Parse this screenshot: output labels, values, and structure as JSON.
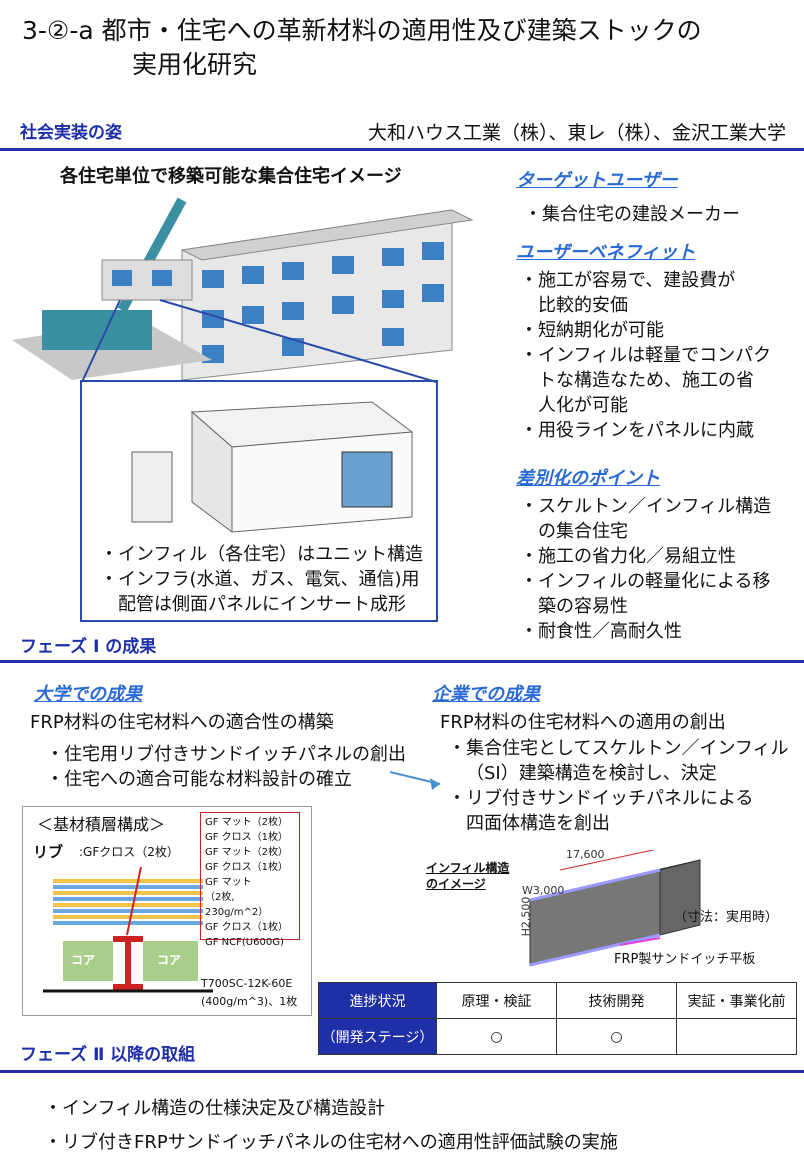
{
  "title": {
    "line1": "3-②-a 都市・住宅への革新材料の適用性及び建築ストックの",
    "line2": "実用化研究"
  },
  "sections": {
    "social": "社会実装の姿",
    "phase1": "フェーズ Ⅰ の成果",
    "phase2": "フェーズ Ⅱ 以降の取組"
  },
  "orgs": "大和ハウス工業（株）、東レ（株）、金沢工業大学",
  "image_title": "各住宅単位で移築可能な集合住宅イメージ",
  "unit_notes": [
    "・インフィル（各住宅）はユニット構造",
    "・インフラ(水道、ガス、電気、通信)用",
    "配管は側面パネルにインサート成形"
  ],
  "right": {
    "target_hdr": "ターゲットユーザー",
    "target_items": [
      "・集合住宅の建設メーカー"
    ],
    "benefit_hdr": "ユーザーベネフィット",
    "benefit_items": [
      "・施工が容易で、建設費が",
      "比較的安価",
      "・短納期化が可能",
      "・インフィルは軽量でコンパク",
      "トな構造なため、施工の省",
      "人化が可能",
      "・用役ラインをパネルに内蔵"
    ],
    "diff_hdr": "差別化のポイント",
    "diff_items": [
      "・スケルトン／インフィル構造",
      "の集合住宅",
      "・施工の省力化／易組立性",
      "・インフィルの軽量化による移",
      "築の容易性",
      "・耐食性／高耐久性"
    ]
  },
  "univ": {
    "hdr": "大学での成果",
    "lead": "FRP材料の住宅材料への適合性の構築",
    "items": [
      "・住宅用リブ付きサンドイッチパネルの創出",
      "・住宅への適合可能な材料設計の確立"
    ]
  },
  "corp": {
    "hdr": "企業での成果",
    "lead": "FRP材料の住宅材料への適用の創出",
    "items": [
      "・集合住宅としてスケルトン／インフィル",
      "（SI）建築構造を検討し、決定",
      "・リブ付きサンドイッチパネルによる",
      "四面体構造を創出"
    ]
  },
  "layer": {
    "title": "＜基材積層構成＞",
    "rib": "リブ",
    "rib_note": ":GFクロス（2枚）",
    "core": "コア",
    "legend": [
      "GF マット（2枚）",
      "GF クロス（1枚）",
      "GF マット（2枚）",
      "GF クロス（1枚）",
      "GF マット",
      "（2枚, 230g/m^2）",
      "GF クロス（1枚）",
      "GF NCF(U600G)"
    ],
    "bottom1": "T700SC-12K-60E",
    "bottom2": "(400g/m^3)、1枚"
  },
  "infill": {
    "label1": "インフィル構造",
    "label2": "のイメージ",
    "dim_len": "17,600",
    "dim_w": "W3,000",
    "dim_h": "H2,500",
    "unit_note": "（寸法：実用時）",
    "panel": "FRP製サンドイッチ平板"
  },
  "progress": {
    "row1": [
      "進捗状況",
      "原理・検証",
      "技術開発",
      "実証・事業化前"
    ],
    "row2": [
      "（開発ステージ）",
      "○",
      "○",
      ""
    ]
  },
  "phase2_items": [
    "・インフィル構造の仕様決定及び構造設計",
    "・リブ付きFRPサンドイッチパネルの住宅材への適用性評価試験の実施"
  ],
  "colors": {
    "accent": "#1f2fa8",
    "header_link": "#2a6ad6"
  }
}
